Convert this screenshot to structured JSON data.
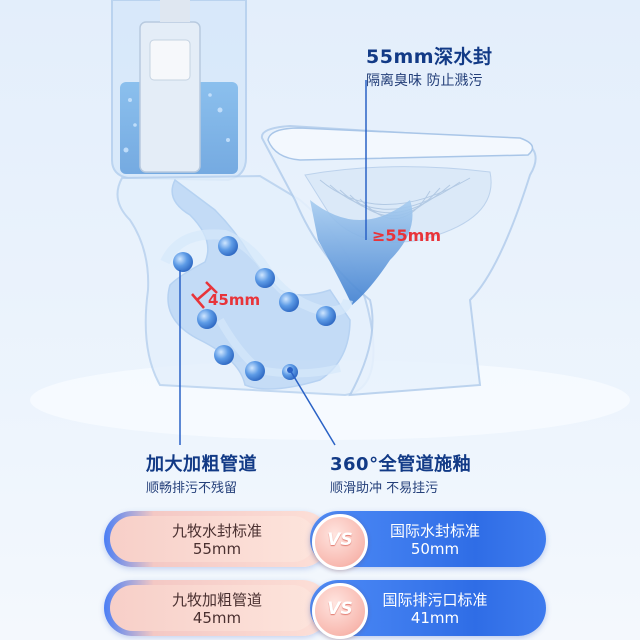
{
  "callouts": {
    "seal": {
      "title": "55mm深水封",
      "subtitle": "隔离臭味 防止溅污"
    },
    "seal_depth": "≥55mm",
    "pipe_diameter": "45mm",
    "pipe": {
      "title": "加大加粗管道",
      "subtitle": "顺畅排污不残留"
    },
    "glaze": {
      "title": "360°全管道施釉",
      "subtitle": "顺滑助冲 不易挂污"
    }
  },
  "comparisons": [
    {
      "left_label": "九牧水封标准",
      "left_value": "55mm",
      "vs": "VS",
      "right_label": "国际水封标准",
      "right_value": "50mm"
    },
    {
      "left_label": "九牧加粗管道",
      "left_value": "45mm",
      "vs": "VS",
      "right_label": "国际排污口标准",
      "right_value": "41mm"
    }
  ],
  "colors": {
    "accent_red": "#e8343a",
    "title_blue": "#123a86",
    "pill_blue": "#2f6de6",
    "pill_pink": "#fde0d8"
  }
}
